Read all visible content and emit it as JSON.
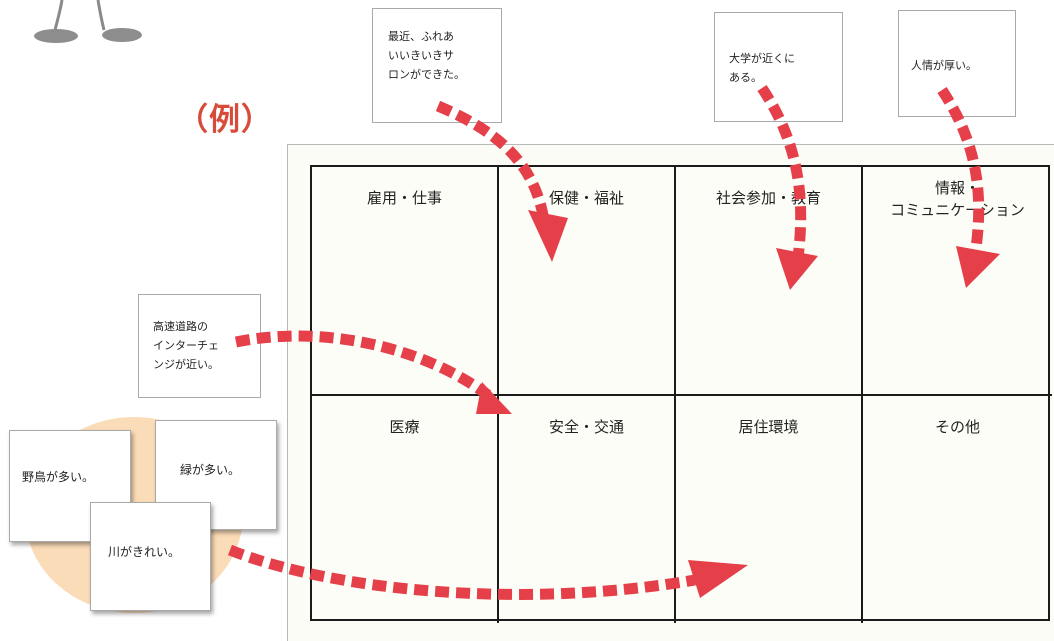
{
  "example_label": "（例）",
  "colors": {
    "accent": "#d84b3a",
    "arrow": "#e5404a",
    "blob": "#fbdcb8",
    "grid_line": "#1b1b1b"
  },
  "grid": {
    "cells": [
      "雇用・仕事",
      "保健・福祉",
      "社会参加・教育",
      "情報・\nコミュニケーション",
      "医療",
      "安全・交通",
      "居住環境",
      "その他"
    ]
  },
  "notes": {
    "salon": "最近、ふれあ\nいいきいきサ\nロンができた。",
    "university": "大学が近くに\nある。",
    "kindness": "人情が厚い。",
    "highway": "高速道路の\nインターチェ\nンジが近い。",
    "birds": "野鳥が多い。",
    "green": "緑が多い。",
    "river": "川がきれい。"
  }
}
